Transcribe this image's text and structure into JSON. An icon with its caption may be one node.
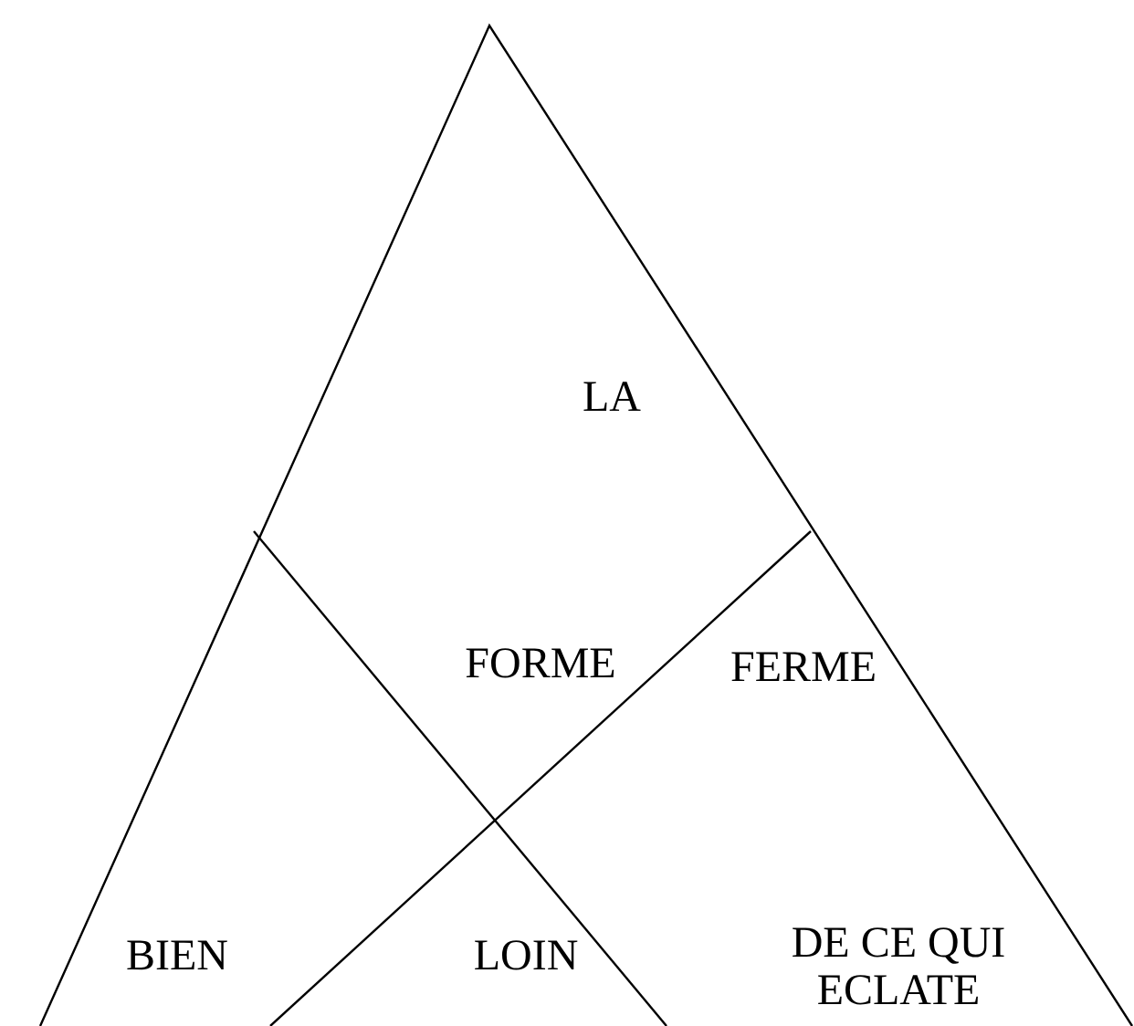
{
  "diagram": {
    "labels": [
      "LA",
      "FORME",
      "FERME",
      "BIEN",
      "LOIN",
      "DE CE QUI ECLATE"
    ]
  }
}
